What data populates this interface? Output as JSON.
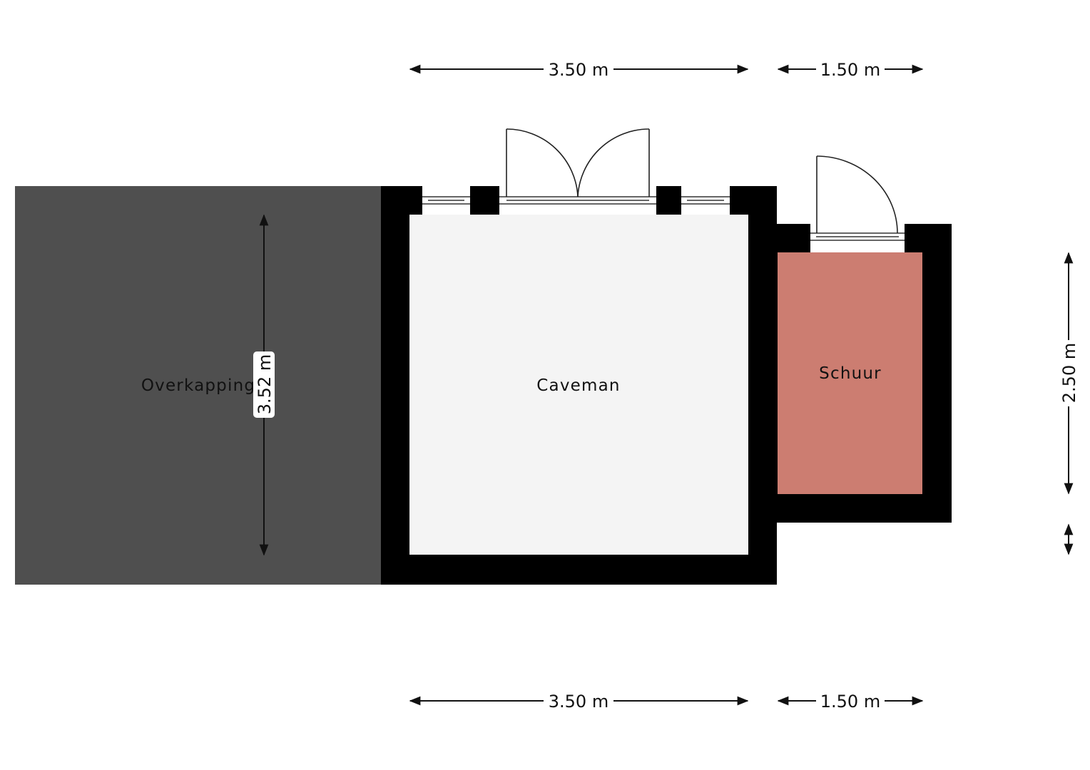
{
  "rooms": {
    "overkapping": "Overkapping",
    "caveman": "Caveman",
    "schuur": "Schuur"
  },
  "dimensions": {
    "top_left": "3.50 m",
    "top_right": "1.50 m",
    "bottom_left": "3.50 m",
    "bottom_right": "1.50 m",
    "vertical_overkapping": "3.52 m",
    "vertical_right": "2.50 m"
  },
  "colors": {
    "overkapping_fill": "#4f4f4f",
    "wall": "#000000",
    "caveman_floor": "#f4f4f4",
    "schuur_floor": "#cc7d71",
    "background": "#ffffff"
  }
}
